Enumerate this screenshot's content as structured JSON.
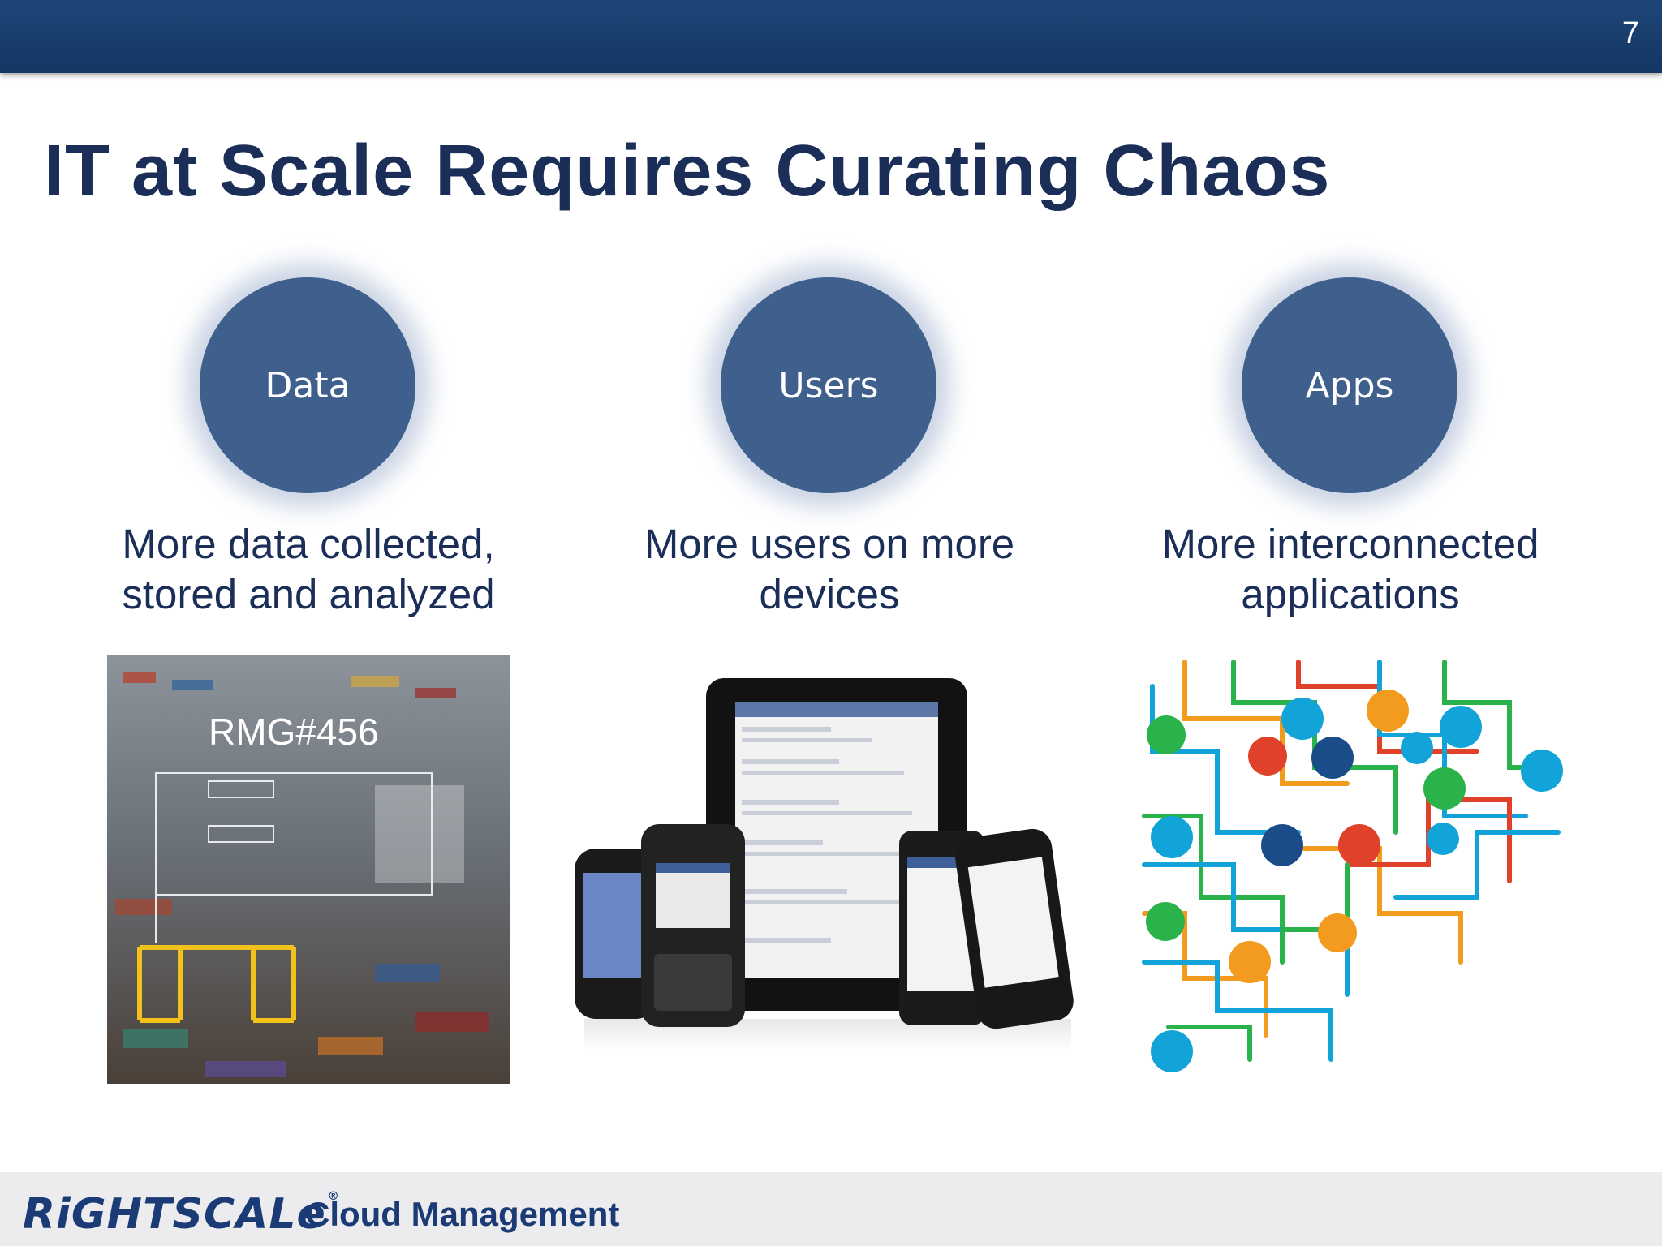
{
  "header": {
    "page_number": "7"
  },
  "slide": {
    "title": "IT at Scale Requires Curating Chaos"
  },
  "columns": [
    {
      "label": "Data",
      "caption_line1": "More data collected,",
      "caption_line2": "stored and analyzed",
      "image_text": "RMG#456"
    },
    {
      "label": "Users",
      "caption_line1": "More users on more",
      "caption_line2": "devices"
    },
    {
      "label": "Apps",
      "caption_line1": "More interconnected",
      "caption_line2": "applications"
    }
  ],
  "footer": {
    "logo": "RiGHTSCALe",
    "logo_reg": "®",
    "tagline": "Cloud Management"
  },
  "colors": {
    "brand_blue": "#1b2e57",
    "circle": "#3f5f8d",
    "topbar": "#1d4677"
  }
}
